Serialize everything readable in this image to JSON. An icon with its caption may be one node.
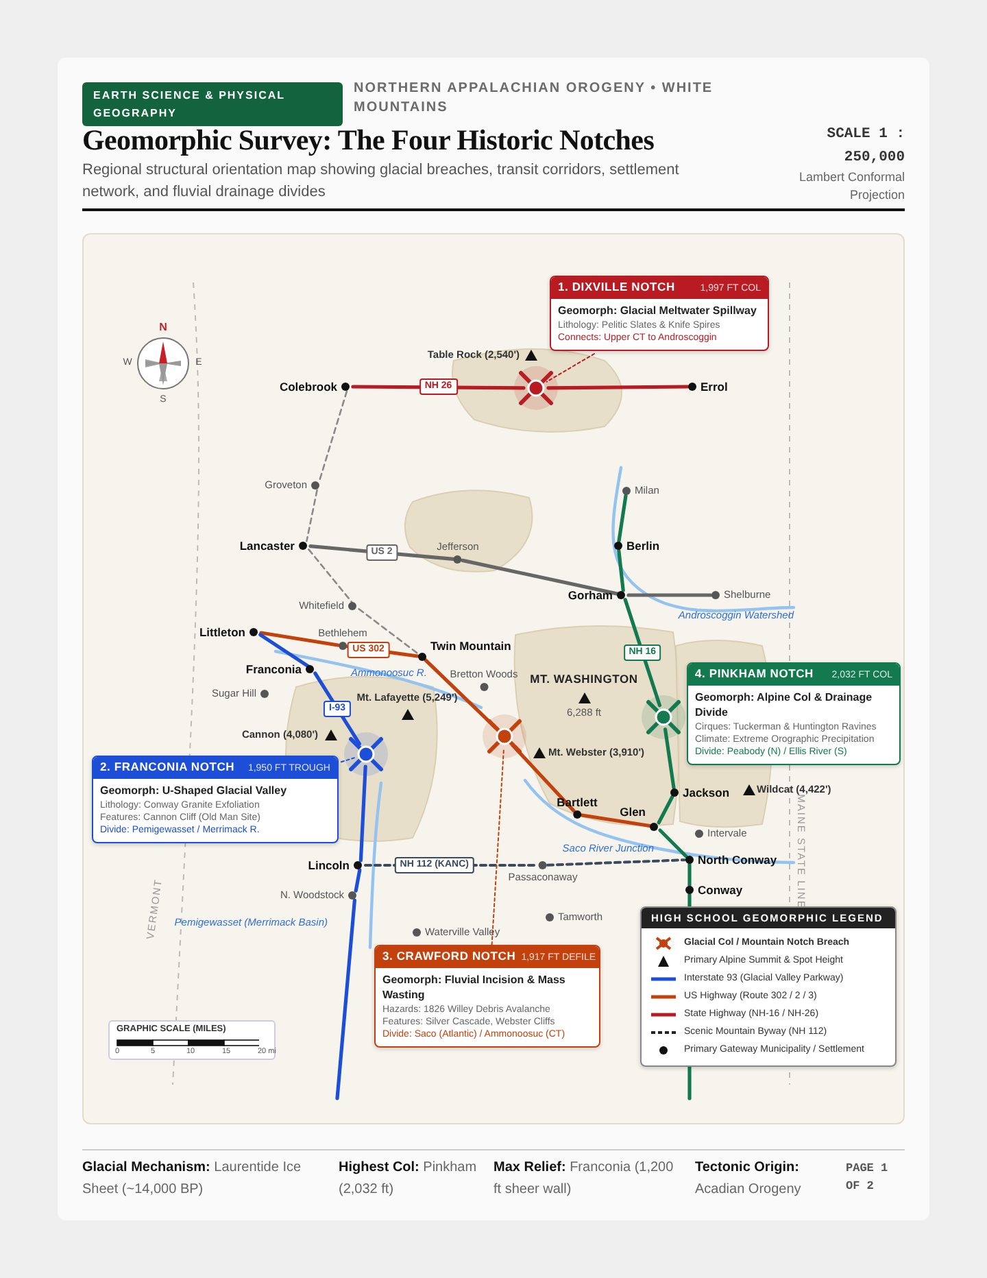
{
  "diagram": {
    "title": "Geomorphic Survey: The Four Historic Notches",
    "nodes": [
      {
        "text": [
          "1. DIXVILLE NOTCH",
          "1,997 FT COL",
          "Geomorph: Glacial Meltwater Spillway",
          "Lithology: Pelitic Slates & Knife Spires",
          "Connects: Upper CT to Androscoggin"
        ]
      },
      {
        "text": [],
        "shape": "circle"
      },
      {
        "text": [
          "Colebrook"
        ]
      },
      {
        "text": [
          "Errol"
        ]
      },
      {
        "text": [
          "Groveton"
        ]
      },
      {
        "text": [
          "Milan"
        ]
      },
      {
        "text": [
          "Lancaster"
        ]
      },
      {
        "text": [
          "Jefferson"
        ]
      },
      {
        "text": [
          "Berlin"
        ]
      },
      {
        "text": [
          "Gorham"
        ]
      },
      {
        "text": [
          "Shelburne"
        ]
      },
      {
        "text": [
          "Whitefield"
        ]
      },
      {
        "text": [
          "Littleton"
        ]
      },
      {
        "text": [
          "Bethlehem"
        ]
      },
      {
        "text": [
          "Twin Mountain"
        ]
      },
      {
        "text": [
          "Franconia"
        ]
      },
      {
        "text": [
          "Sugar Hill"
        ]
      },
      {
        "text": [
          "Bretton Woods"
        ]
      },
      {
        "text": [
          "4. PINKHAM NOTCH",
          "2,032 FT COL",
          "Geomorph: Alpine Col & Drainage Divide",
          "Cirques: Tuckerman & Huntington Ravines",
          "Climate: Extreme Orographic Precipitation",
          "Divide: Peabody (N) / Ellis River (S)"
        ]
      },
      {
        "text": [],
        "shape": "circle"
      },
      {
        "text": [],
        "shape": "circle"
      },
      {
        "text": [],
        "shape": "circle"
      },
      {
        "text": [
          "2. FRANCONIA NOTCH",
          "1,950 FT TROUGH",
          "Geomorph: U-Shaped Glacial Valley",
          "Lithology: Conway Granite Exfoliation",
          "Features: Cannon Cliff (Old Man Site)",
          "Divide: Pemigewasset / Merrimack R."
        ]
      },
      {
        "text": [
          "Jackson"
        ]
      },
      {
        "text": [
          "Bartlett"
        ]
      },
      {
        "text": [
          "Glen"
        ]
      },
      {
        "text": [
          "Intervale"
        ]
      },
      {
        "text": [
          "Passaconaway"
        ]
      },
      {
        "text": [
          "Lincoln"
        ]
      },
      {
        "text": [
          "North Conway"
        ]
      },
      {
        "text": [
          "Conway"
        ]
      },
      {
        "text": [
          "N. Woodstock"
        ]
      },
      {
        "text": [
          "Waterville Valley"
        ]
      },
      {
        "text": [
          "Tamworth"
        ]
      },
      {
        "text": [
          "3. CRAWFORD NOTCH",
          "1,917 FT DEFILE",
          "Geomorph: Fluvial Incision & Mass Wasting",
          "Hazards: 1826 Willey Debris Avalanche",
          "Features: Silver Cascade, Webster Cliffs",
          "Divide: Saco (Atlantic) / Ammonoosuc (CT)"
        ]
      }
    ],
    "edges": [
      {
        "from": 2,
        "to": 1,
        "arrow": "none",
        "label": "NH 26",
        "color": "#b81c22"
      },
      {
        "from": 1,
        "to": 3,
        "arrow": "none",
        "color": "#b81c22"
      },
      {
        "from": 2,
        "to": 4,
        "arrow": "none",
        "style": "dashed",
        "color": "#8a8a8a"
      },
      {
        "from": 4,
        "to": 6,
        "arrow": "none",
        "style": "dashed",
        "color": "#8a8a8a"
      },
      {
        "from": 6,
        "to": 11,
        "arrow": "none",
        "style": "dashed",
        "color": "#8a8a8a"
      },
      {
        "from": 11,
        "to": 14,
        "arrow": "none",
        "style": "dashed",
        "color": "#8a8a8a"
      },
      {
        "from": 6,
        "to": 7,
        "arrow": "none",
        "label": "US 2",
        "color": "#666666"
      },
      {
        "from": 7,
        "to": 9,
        "arrow": "none",
        "color": "#666666"
      },
      {
        "from": 9,
        "to": 10,
        "arrow": "none",
        "color": "#666666"
      },
      {
        "from": 5,
        "to": 8,
        "arrow": "none"
      },
      {
        "from": 8,
        "to": 9,
        "arrow": "none"
      },
      {
        "from": 9,
        "to": 19,
        "arrow": "none",
        "label": "NH 16"
      },
      {
        "from": 19,
        "to": 23,
        "arrow": "none"
      },
      {
        "from": 23,
        "to": 25,
        "arrow": "none"
      },
      {
        "from": 25,
        "to": 29,
        "arrow": "none"
      },
      {
        "from": 29,
        "to": 30,
        "arrow": "none"
      },
      {
        "from": 30,
        "to": null,
        "arrow": "none"
      },
      {
        "from": 12,
        "to": 13,
        "arrow": "none",
        "color": "#c2410c"
      },
      {
        "from": 13,
        "to": 14,
        "arrow": "none",
        "label": "US 302",
        "color": "#c2410c"
      },
      {
        "from": 14,
        "to": 20,
        "arrow": "none",
        "color": "#c2410c"
      },
      {
        "from": 20,
        "to": 24,
        "arrow": "none",
        "color": "#c2410c"
      },
      {
        "from": 24,
        "to": 25,
        "arrow": "none",
        "color": "#c2410c"
      },
      {
        "from": 12,
        "to": 15,
        "arrow": "none",
        "color": "#1d4ed8"
      },
      {
        "from": 15,
        "to": 21,
        "arrow": "none",
        "label": "I-93",
        "color": "#1d4ed8"
      },
      {
        "from": 21,
        "to": 28,
        "arrow": "none",
        "color": "#1d4ed8"
      },
      {
        "from": 28,
        "to": 31,
        "arrow": "none",
        "color": "#1d4ed8"
      },
      {
        "from": 31,
        "to": null,
        "arrow": "none",
        "color": "#1d4ed8"
      },
      {
        "from": 28,
        "to": 27,
        "arrow": "none",
        "label": "NH 112 (KANC)",
        "style": "dashed",
        "color": "#3b4a5c"
      },
      {
        "from": 27,
        "to": 29,
        "arrow": "none",
        "style": "dashed",
        "color": "#3b4a5c"
      },
      {
        "from": 0,
        "to": 1,
        "arrow": "none",
        "style": "dashed",
        "color": "#b81c22"
      },
      {
        "from": 22,
        "to": 21,
        "arrow": "none",
        "style": "dashed",
        "color": "#1d4ed8"
      },
      {
        "from": 34,
        "to": 20,
        "arrow": "none",
        "style": "dashed",
        "color": "#c2410c"
      }
    ],
    "labels": [
      "EARTH SCIENCE & PHYSICAL GEOGRAPHY",
      "NORTHERN APPALACHIAN OROGENY • WHITE MOUNTAINS",
      "Regional structural orientation map showing glacial breaches, transit corridors, settlement network, and fluvial drainage divides",
      "SCALE 1 : 250,000",
      "Lambert Conformal Projection",
      "N",
      "W",
      "E",
      "S",
      "Table Rock (2,540')",
      "Androscoggin Watershed",
      "MT. WASHINGTON",
      "6,288 ft",
      "Ammonoosuc R.",
      "Mt. Lafayette (5,249')",
      "Cannon (4,080')",
      "Wildcat (4,422')",
      "Mt. Webster (3,910')",
      "Saco River Junction",
      "MAINE STATE LINE",
      "VERMONT",
      "Pemigewasset (Merrimack Basin)",
      "GRAPHIC SCALE (MILES)",
      "0",
      "5",
      "10",
      "15",
      "20 mi",
      "HIGH SCHOOL GEOMORPHIC LEGEND",
      "**Glacial Mechanism:** Laurentide Ice Sheet (~14,000 BP)",
      "**Highest Col:** Pinkham (2,032 ft)",
      "**Max Relief:** Franconia (1,200 ft sheer wall)",
      "**Tectonic Origin:** Acadian Orogeny",
      "PAGE 1 OF 2"
    ],
    "legend": [
      {
        "text": "Glacial Col / Mountain Notch Breach"
      },
      {
        "text": "Primary Alpine Summit & Spot Height"
      },
      {
        "text": "Interstate 93 (Glacial Valley Parkway)"
      },
      {
        "text": "US Highway (Route 302 / 2 / 3)"
      },
      {
        "text": "State Highway (NH-16 / NH-26)"
      },
      {
        "text": "Scenic Mountain Byway (NH 112)"
      },
      {
        "text": "Primary Gateway Municipality / Settlement"
      }
    ]
  }
}
